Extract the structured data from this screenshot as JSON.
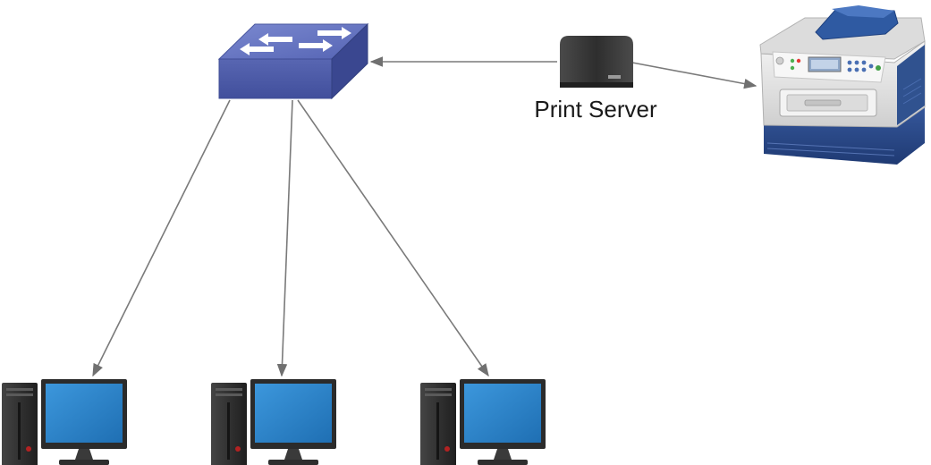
{
  "diagram": {
    "labels": {
      "print_server": "Print Server"
    },
    "nodes": [
      {
        "id": "switch",
        "icon": "network-switch-icon"
      },
      {
        "id": "print-server",
        "icon": "server-tower-icon"
      },
      {
        "id": "printer",
        "icon": "multifunction-printer-icon"
      },
      {
        "id": "computer-1",
        "icon": "desktop-computer-icon"
      },
      {
        "id": "computer-2",
        "icon": "desktop-computer-icon"
      },
      {
        "id": "computer-3",
        "icon": "desktop-computer-icon"
      }
    ],
    "connections": [
      {
        "from": "print-server",
        "to": "switch"
      },
      {
        "from": "print-server",
        "to": "printer"
      },
      {
        "from": "switch",
        "to": "computer-1"
      },
      {
        "from": "switch",
        "to": "computer-2"
      },
      {
        "from": "switch",
        "to": "computer-3"
      }
    ],
    "colors": {
      "switch_top": "#6a79c4",
      "switch_front": "#4d5ba7",
      "switch_side": "#3a4790",
      "arrow": "#7a7a7a",
      "monitor_screen": "#2f86cf",
      "monitor_frame": "#333333",
      "tower": "#2b2b2b",
      "printer_body": "#e6e6e6",
      "printer_base": "#2d4c8f",
      "server": "#3c3c3c"
    }
  }
}
